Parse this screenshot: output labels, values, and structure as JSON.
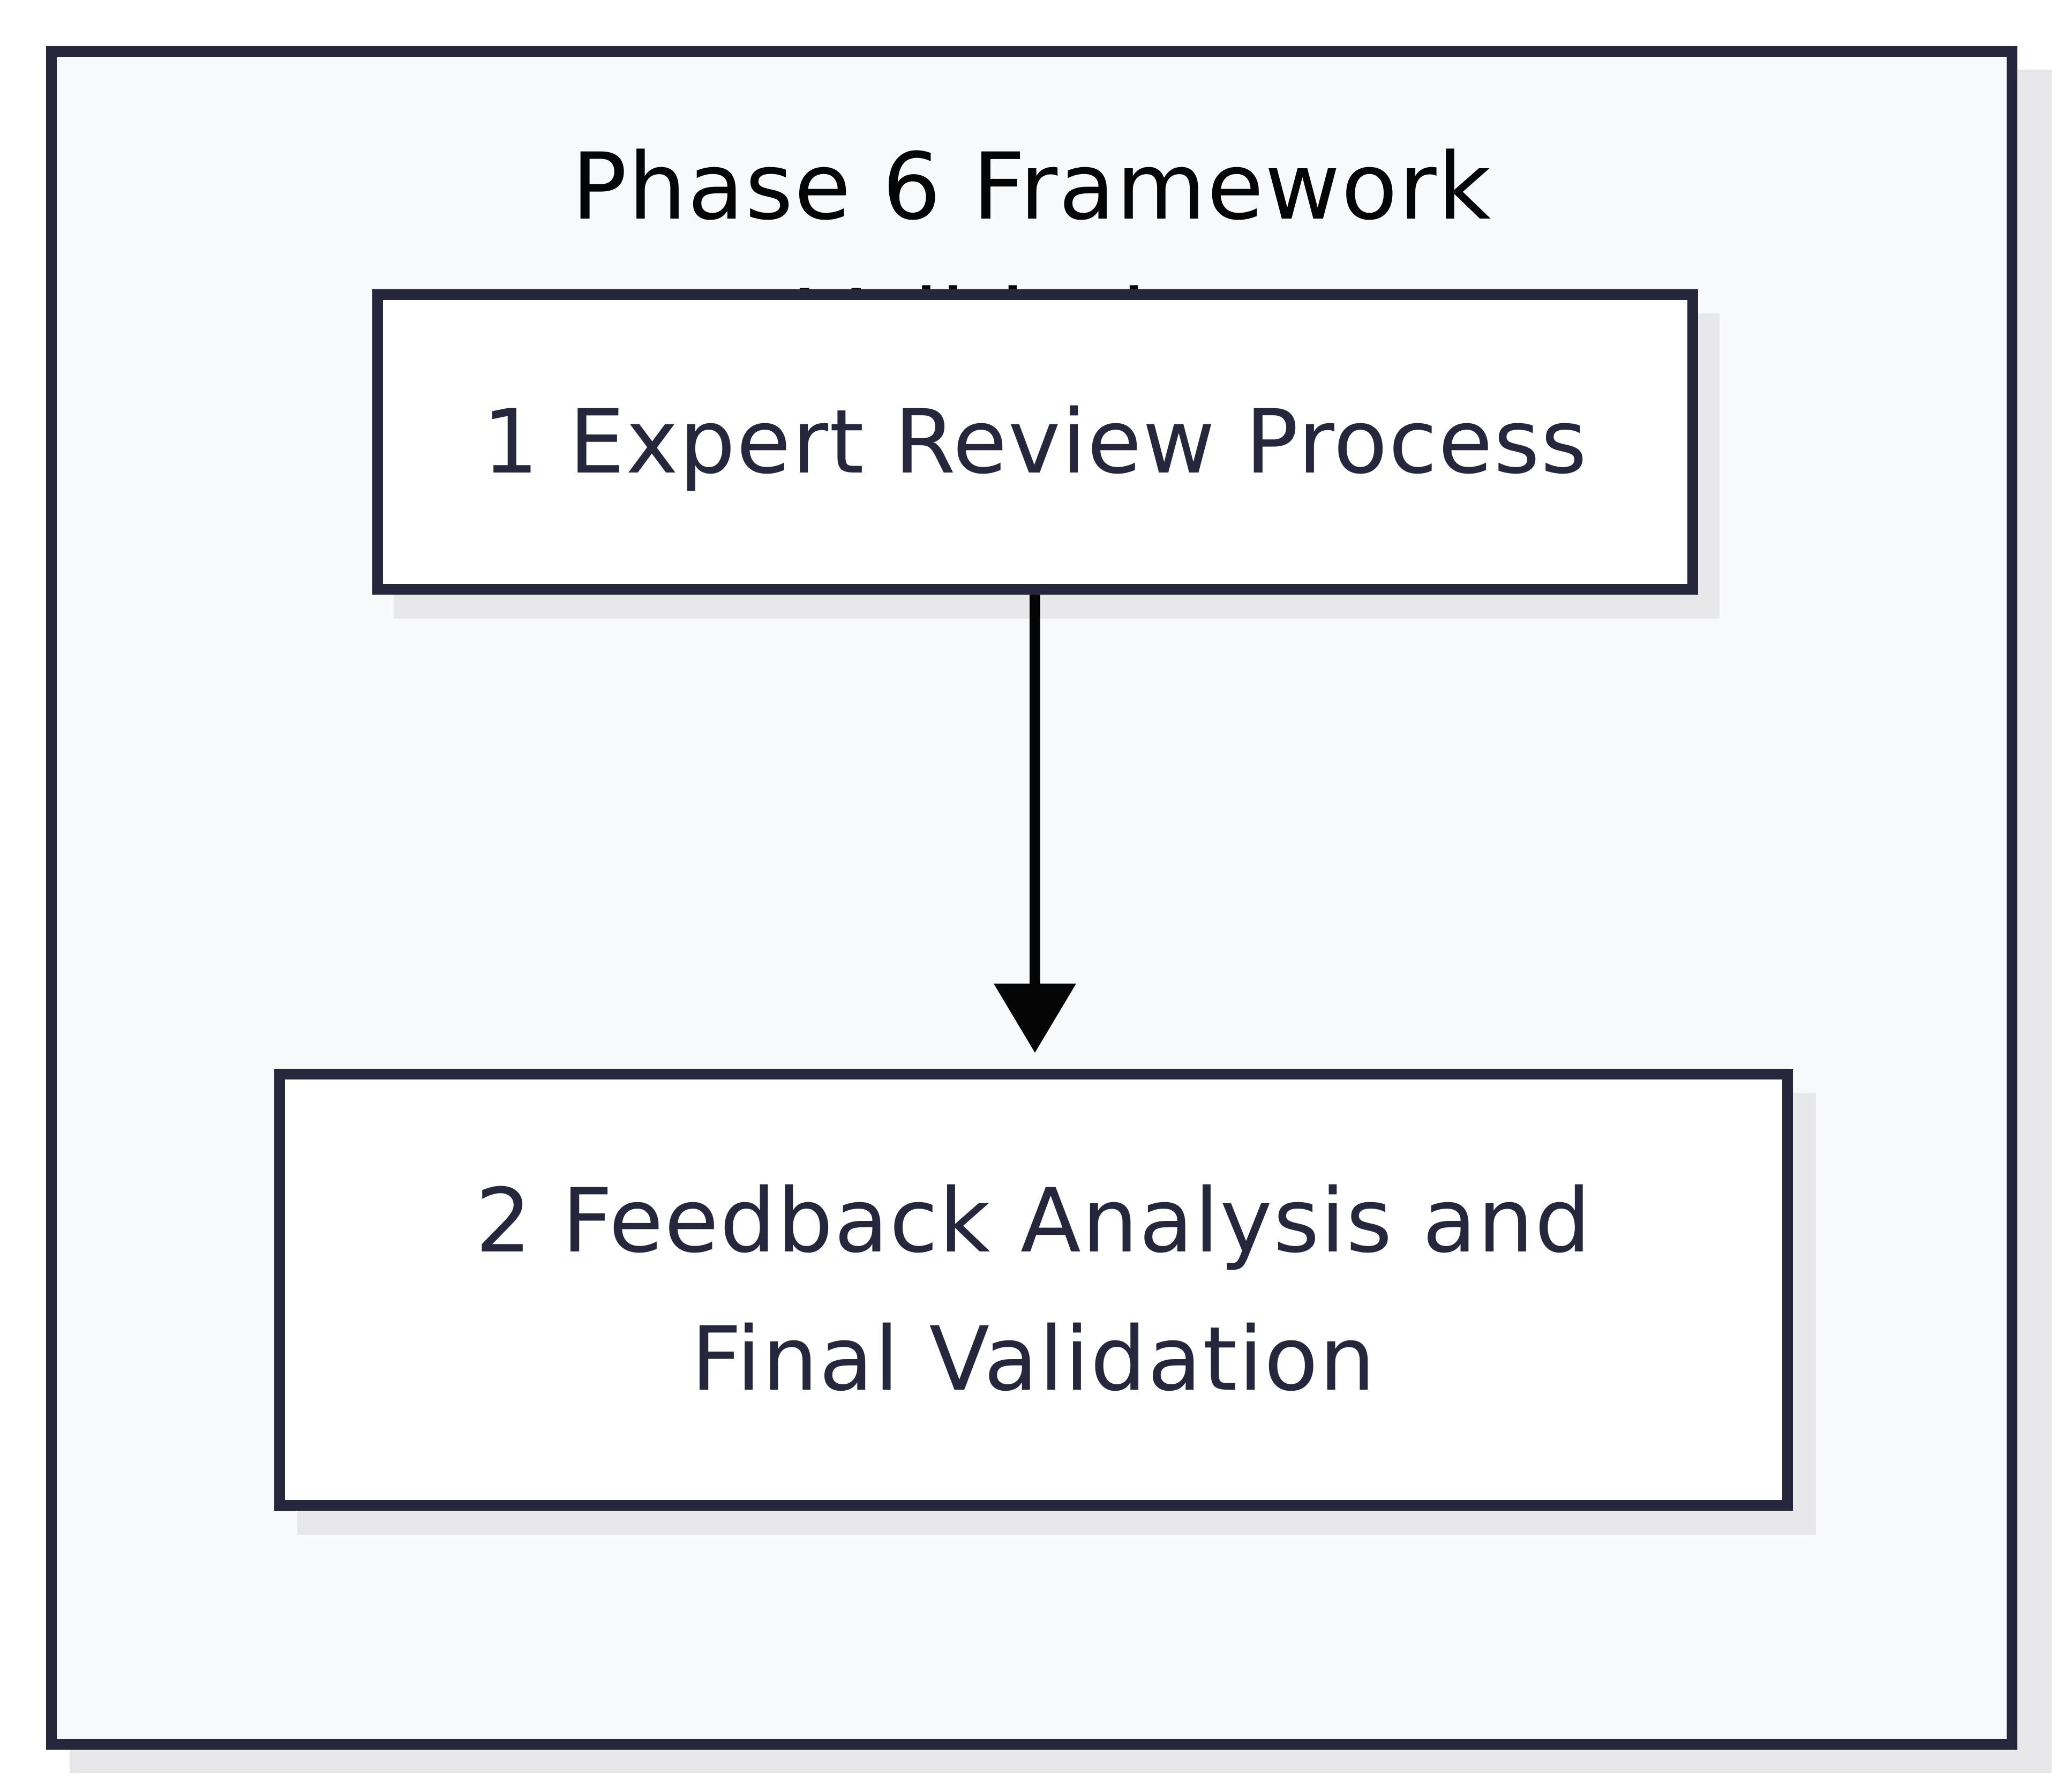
{
  "frame": {
    "title_line1": "Phase 6 Framework",
    "title_line2": "Validation"
  },
  "nodes": [
    {
      "label": "1 Expert Review Process"
    },
    {
      "label_line1": "2 Feedback Analysis and",
      "label_line2": "Final Validation"
    }
  ],
  "colors": {
    "frame_fill": "#f8f9fb",
    "stroke": "#26273d",
    "node_fill": "#ffffff",
    "shadow": "#e8e8ea",
    "arrow": "#050505"
  }
}
